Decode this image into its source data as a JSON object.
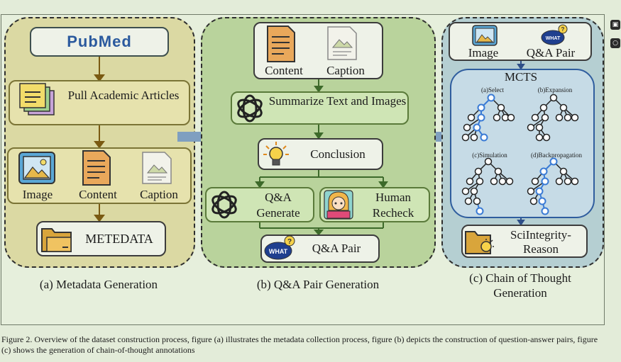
{
  "panel_a": {
    "pubmed_logo": "PubMed",
    "pull_label": "Pull Academic Articles",
    "items": [
      "Image",
      "Content",
      "Caption"
    ],
    "metadata_label": "METEDATA",
    "caption": "(a) Metadata Generation"
  },
  "panel_b": {
    "inputs": [
      "Content",
      "Caption"
    ],
    "summarize_label": "Summarize Text and Images",
    "conclusion_label": "Conclusion",
    "qa_generate_label": "Q&A Generate",
    "human_recheck_label": "Human Recheck",
    "qa_pair_label": "Q&A Pair",
    "what_badge": "WHAT",
    "caption": "(b) Q&A Pair Generation"
  },
  "panel_c": {
    "inputs": [
      "Image",
      "Q&A Pair"
    ],
    "what_badge": "WHAT",
    "mcts_title": "MCTS",
    "steps": [
      "(a)Select",
      "(b)Expansion",
      "(c)Simulation",
      "(d)Backpropagation"
    ],
    "output_label": "SciIntegrity-Reason",
    "caption": "(c) Chain of Thought Generation"
  },
  "figure_caption": "Figure 2. Overview of the dataset construction process, figure (a) illustrates the metadata collection process, figure (b) depicts the construction of question-answer pairs, figure (c) shows the generation of chain-of-thought annotations",
  "colors": {
    "panel_a_bg": "#dbd9a3",
    "panel_b_bg": "#b9d39c",
    "panel_c_bg": "#b5cfd2",
    "arrow_brown": "#7a5a12",
    "arrow_blue": "#7f9fc0",
    "tree_blue": "#3a7bd5"
  }
}
